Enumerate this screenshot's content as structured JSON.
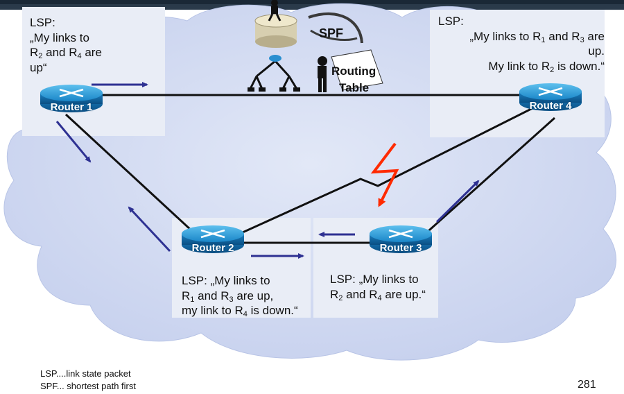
{
  "routers": [
    {
      "id": "r1",
      "label": "Router 1"
    },
    {
      "id": "r2",
      "label": "Router 2"
    },
    {
      "id": "r3",
      "label": "Router 3"
    },
    {
      "id": "r4",
      "label": "Router 4"
    }
  ],
  "lsp": {
    "r1": {
      "prefix": "LSP:",
      "line1": "„My links to",
      "r_a": "R",
      "sub_a": "2",
      "mid": " and R",
      "sub_b": "4",
      "tail": " are",
      "line3": "up“"
    },
    "r4": {
      "prefix": "LSP:",
      "l1a": "„My links to R",
      "sub_a": "1",
      "l1b": " and R",
      "sub_b": "3",
      "l1c": " are",
      "line2": "up.",
      "l3a": "My link to R",
      "sub_c": "2",
      "l3b": " is down.“"
    },
    "r2": {
      "l1": "LSP: „My links to",
      "l2a": "R",
      "sub_a": "1",
      "l2b": " and R",
      "sub_b": "3",
      "l2c": " are up,",
      "l3a": "my link to R",
      "sub_c": "4",
      "l3b": " is down.“"
    },
    "r3": {
      "l1": "LSP: „My links to",
      "l2a": "R",
      "sub_a": "2",
      "l2b": " and R",
      "sub_b": "4",
      "l2c": " are up.“"
    }
  },
  "spf_label": "SPF",
  "routing_table": {
    "line1": "Routing",
    "line2": "Table"
  },
  "legend": [
    "LSP....link state packet",
    "SPF... shortest path first"
  ],
  "page_number": "281",
  "colors": {
    "cloud": "#cfd8f0",
    "cloud_edge": "#b8c4e6",
    "arrow": "#2e3192",
    "lightning": "#ff2a00",
    "router": "#1b8ccd",
    "box": "#e9edf6"
  }
}
